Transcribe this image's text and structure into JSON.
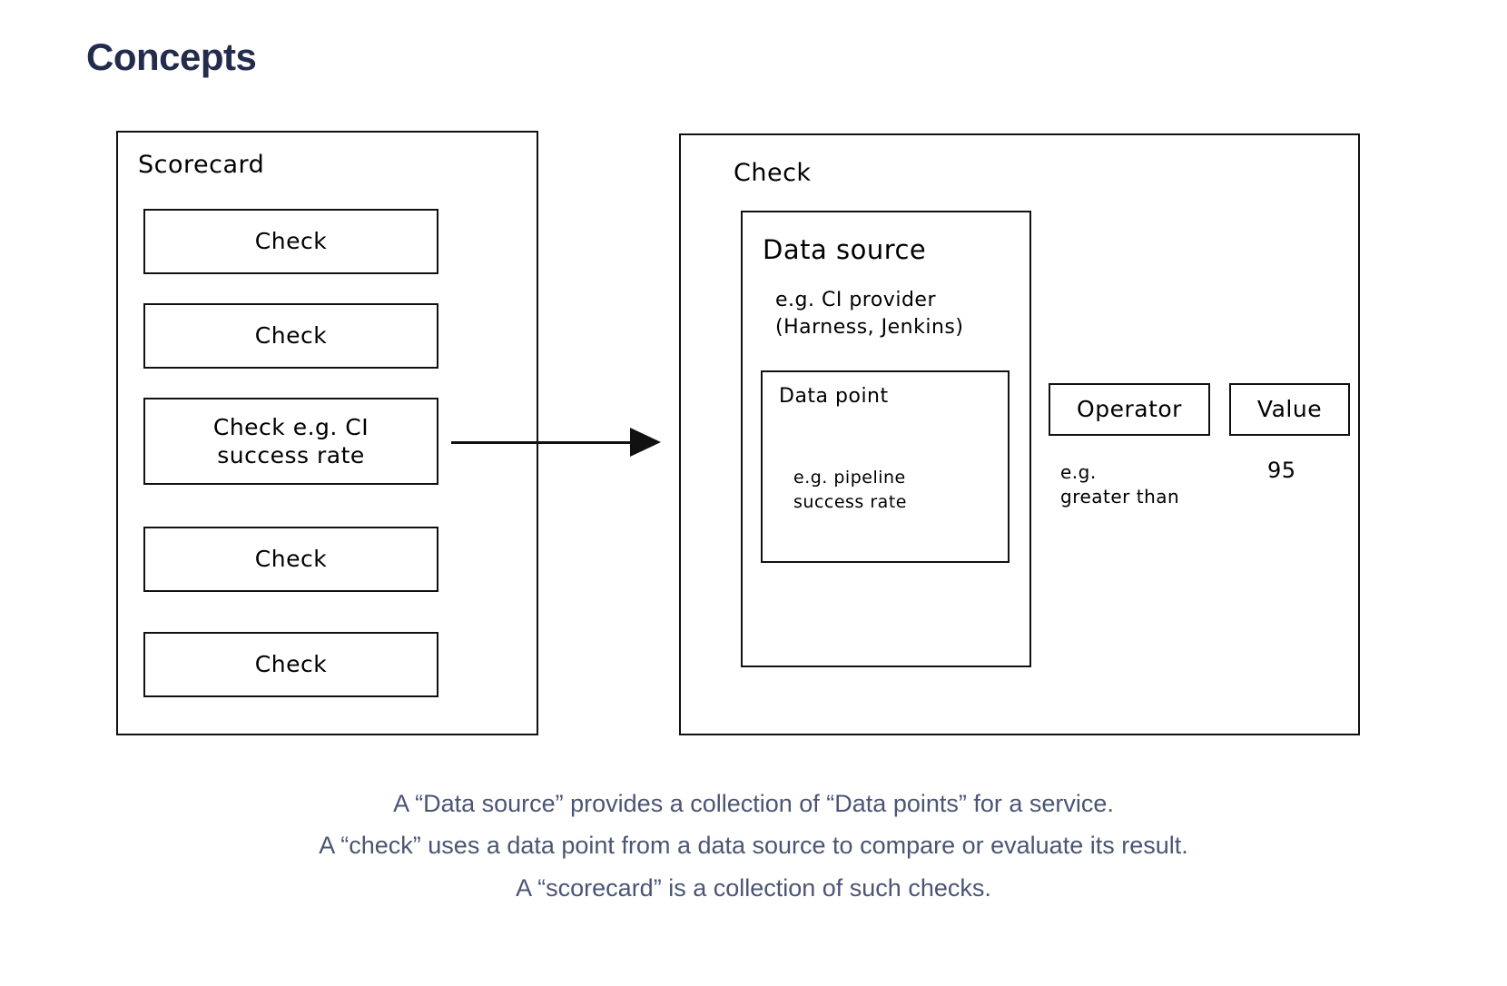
{
  "page": {
    "title": "Concepts",
    "title_color": "#232c4d",
    "background": "#ffffff",
    "stroke_color": "#111111",
    "caption_color": "#4b5574"
  },
  "scorecard": {
    "label": "Scorecard",
    "checks": [
      {
        "label": "Check"
      },
      {
        "label": "Check"
      },
      {
        "label": "Check e.g. CI\nsuccess rate"
      },
      {
        "label": "Check"
      },
      {
        "label": "Check"
      }
    ]
  },
  "arrow": {
    "name": "scorecard-to-check-arrow",
    "direction": "right"
  },
  "check": {
    "label": "Check",
    "data_source": {
      "label": "Data source",
      "example": "e.g. CI provider\n(Harness, Jenkins)",
      "data_point": {
        "label": "Data point",
        "example": "e.g. pipeline\nsuccess rate"
      }
    },
    "operator": {
      "label": "Operator",
      "example": "e.g.\ngreater than"
    },
    "value": {
      "label": "Value",
      "example": "95"
    }
  },
  "caption": {
    "line1": "A “Data source” provides a collection of “Data points” for a service.",
    "line2": "A “check” uses a data point from a data source to compare or evaluate its result.",
    "line3": "A “scorecard” is a collection of such checks."
  }
}
